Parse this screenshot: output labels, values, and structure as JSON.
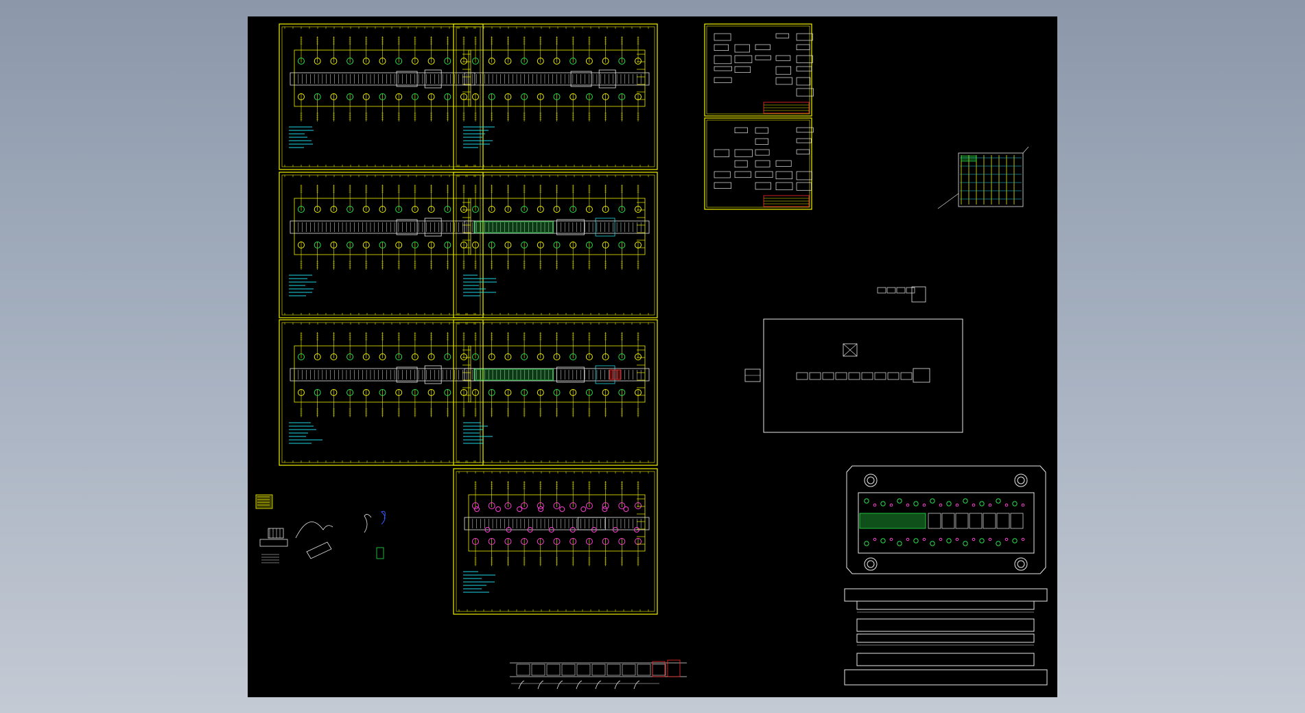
{
  "viewer": {
    "background": "#000000",
    "desktop_gradient": [
      "#8c98aa",
      "#c4cad4"
    ]
  },
  "colors": {
    "yellow": "#f2f200",
    "white": "#e8e8e8",
    "green": "#27e34a",
    "cyan": "#20d8e8",
    "magenta": "#ff3fd2",
    "red": "#ff2b2b",
    "blue": "#3a5cff"
  },
  "drawing_sheets": [
    {
      "id": "sheet-1",
      "style": "plain"
    },
    {
      "id": "sheet-2",
      "style": "plain"
    },
    {
      "id": "sheet-3",
      "style": "plain"
    },
    {
      "id": "sheet-4",
      "style": "colored"
    },
    {
      "id": "sheet-5",
      "style": "plain"
    },
    {
      "id": "sheet-6",
      "style": "colored"
    },
    {
      "id": "sheet-7",
      "style": "magenta"
    }
  ],
  "components": [
    "parts-sheet-upper",
    "parts-sheet-lower",
    "assembly-thumbnail",
    "strip-layout-frame",
    "die-plan-view",
    "die-stack-side-view",
    "strip-layout-bottom",
    "misc-parts-sketches"
  ]
}
